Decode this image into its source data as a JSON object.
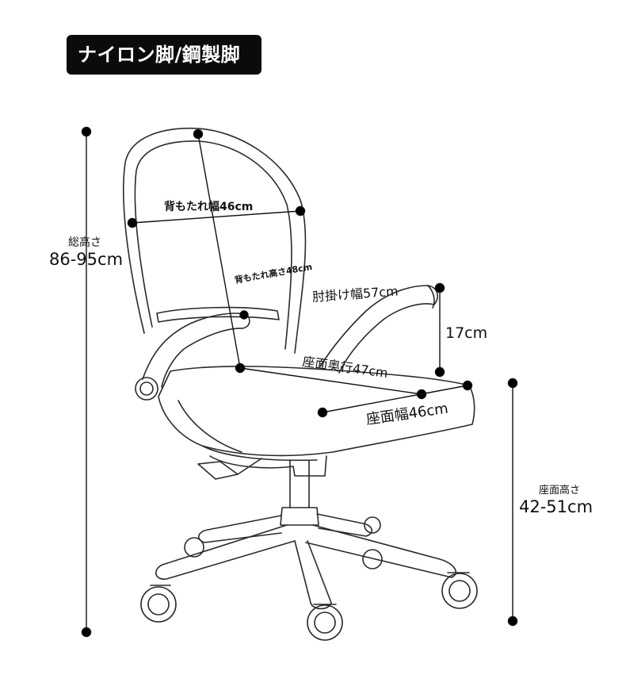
{
  "title": "ナイロン脚/鋼製脚",
  "labels": {
    "total_height_caption": "総高さ",
    "total_height_value": "86-95cm",
    "backrest_width": "背もたれ幅46cm",
    "backrest_height": "背もたれ高さ48cm",
    "armrest_width": "肘掛け幅57cm",
    "armrest_height": "17cm",
    "seat_depth": "座面奥行47cm",
    "seat_width": "座面幅46cm",
    "seat_height_caption": "座面高さ",
    "seat_height_value": "42-51cm"
  },
  "colors": {
    "line": "#111111",
    "title_bg": "#0b0b0b",
    "title_text": "#ffffff"
  }
}
